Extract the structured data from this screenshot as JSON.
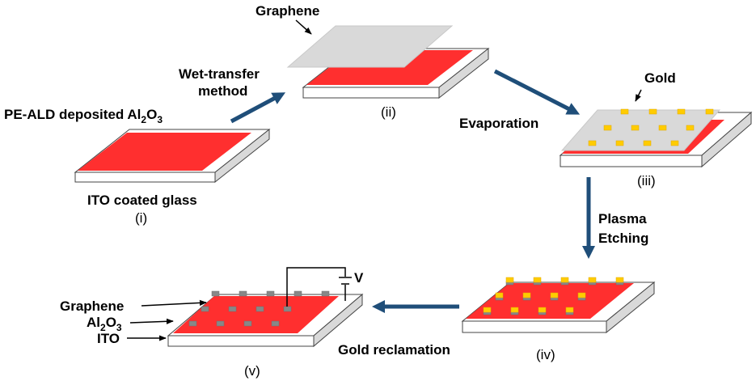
{
  "labels": {
    "graphene_top": "Graphene",
    "wet_transfer_line1": "Wet-transfer",
    "wet_transfer_line2": "method",
    "pe_ald_prefix": "PE-ALD deposited Al",
    "pe_ald_sub1": "2",
    "pe_ald_o": "O",
    "pe_ald_sub2": "3",
    "ito_glass": "ITO coated glass",
    "step_i": "(i)",
    "step_ii": "(ii)",
    "step_iii": "(iii)",
    "step_iv": "(iv)",
    "step_v": "(v)",
    "gold": "Gold",
    "evaporation": "Evaporation",
    "plasma_line1": "Plasma",
    "plasma_line2": "Etching",
    "gold_reclamation": "Gold reclamation",
    "voltage": "V",
    "graphene_v": "Graphene",
    "al_prefix": "Al",
    "al_sub1": "2",
    "al_o": "O",
    "al_sub2": "3",
    "ito": "ITO"
  },
  "colors": {
    "red_layer": "#ff2f2f",
    "graphene": "#d9d9d9",
    "gold": "#ffcc00",
    "arrow": "#1f4e79",
    "dots": "#888888"
  }
}
